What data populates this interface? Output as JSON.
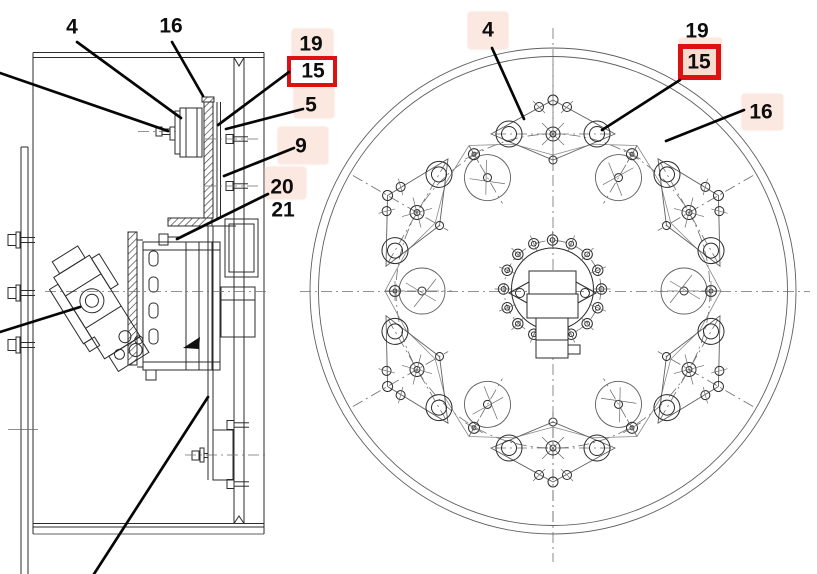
{
  "diagram": {
    "kind": "technical-parts-drawing",
    "colors": {
      "background": "#ffffff",
      "line": "#2b2b2b",
      "leader_line": "#060606",
      "highlight_bg": "#fbe8e0",
      "selection_border": "#dd1111",
      "selection_fill_front": "#f7dcd0",
      "label_text": "#0d0d0d"
    },
    "side_view": {
      "callouts": [
        {
          "label": "4",
          "highlighted": false,
          "selected": false
        },
        {
          "label": "16",
          "highlighted": false,
          "selected": false
        },
        {
          "label": "19",
          "highlighted": true,
          "selected": false
        },
        {
          "label": "15",
          "highlighted": true,
          "selected": true
        },
        {
          "label": "5",
          "highlighted": true,
          "selected": false
        },
        {
          "label": "9",
          "highlighted": true,
          "selected": false
        },
        {
          "label": "20",
          "highlighted": true,
          "selected": false
        },
        {
          "label": "21",
          "highlighted": false,
          "selected": false
        }
      ]
    },
    "front_view": {
      "callouts": [
        {
          "label": "4",
          "highlighted": true,
          "selected": false
        },
        {
          "label": "19",
          "highlighted": false,
          "selected": false
        },
        {
          "label": "15",
          "highlighted": true,
          "selected": true
        },
        {
          "label": "16",
          "highlighted": true,
          "selected": false
        }
      ]
    }
  }
}
